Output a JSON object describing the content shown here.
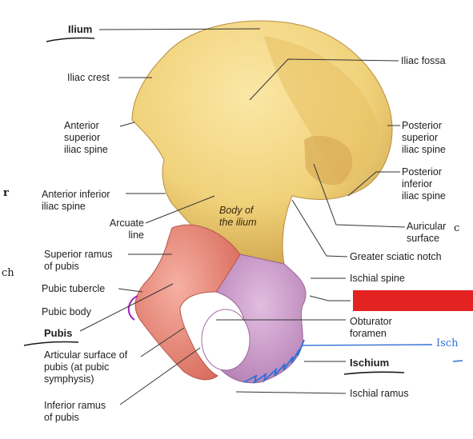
{
  "diagram": {
    "structures": {
      "ilium": "Ilium",
      "pubis": "Pubis",
      "ischium": "Ischium"
    },
    "labels_left": {
      "iliac_crest": "Iliac crest",
      "anterior_superior_iliac_spine": "Anterior\nsuperior\niliac spine",
      "anterior_inferior_iliac_spine": "Anterior inferior\niliac spine",
      "arcuate_line": "Arcuate\nline",
      "superior_ramus_of_pubis": "Superior ramus\nof pubis",
      "pubic_tubercle": "Pubic tubercle",
      "pubic_body": "Pubic body",
      "articular_surface_of_pubis": "Articular surface of\npubis (at pubic\nsymphysis)",
      "inferior_ramus_of_pubis": "Inferior ramus\nof pubis"
    },
    "labels_right": {
      "iliac_fossa": "Iliac fossa",
      "posterior_superior_iliac_spine": "Posterior\nsuperior\niliac spine",
      "posterior_inferior_iliac_spine": "Posterior\ninferior\niliac spine",
      "auricular_surface": "Auricular\nsurface",
      "greater_sciatic_notch": "Greater sciatic notch",
      "ischial_spine": "Ischial spine",
      "obturator_foramen": "Obturator\nforamen",
      "ischial_ramus": "Ischial ramus"
    },
    "center_label": "Body of\nthe ilium",
    "handwritten": {
      "left_r": "r",
      "left_ch": "ch",
      "right_c": "c",
      "right_isch": "Isch"
    },
    "colors": {
      "ilium_bone": "#f0d27a",
      "pubis_bone": "#e98676",
      "ischium_bone": "#c898c8",
      "redaction_box": "#e32222",
      "annotation_blue": "#2f6fd6",
      "annotation_purple": "#a020c0"
    }
  }
}
